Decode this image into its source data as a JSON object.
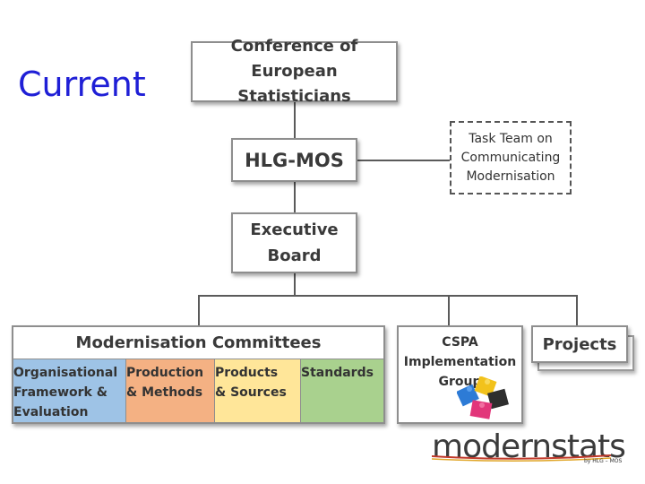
{
  "heading": "Current",
  "nodes": {
    "conference": [
      "Conference of",
      "European Statisticians"
    ],
    "hlg": "HLG-MOS",
    "task_team": [
      "Task Team on",
      "Communicating",
      "Modernisation"
    ],
    "executive": [
      "Executive",
      "Board"
    ],
    "cspa": [
      "CSPA",
      "Implementation",
      "Group"
    ],
    "projects": "Projects"
  },
  "committees": {
    "title": "Modernisation Committees",
    "groups": [
      {
        "lines": [
          "Organisational",
          "Framework &",
          "Evaluation"
        ],
        "color": "#9ec3e6"
      },
      {
        "lines": [
          "Production",
          "& Methods"
        ],
        "color": "#f4b183"
      },
      {
        "lines": [
          "Products",
          "& Sources"
        ],
        "color": "#ffe699"
      },
      {
        "lines": [
          "Standards"
        ],
        "color": "#a9d18e"
      }
    ]
  },
  "logo": {
    "text": "modernstats",
    "subtext": "by HLG – MOS"
  },
  "colors": {
    "heading": "#1f1fd6",
    "logo_stripe_red": "#c0392b",
    "logo_stripe_gold": "#e0a526",
    "puzzle_colors": [
      "#2d7bd6",
      "#f2c21b",
      "#e2367a",
      "#2e2e2e"
    ]
  }
}
